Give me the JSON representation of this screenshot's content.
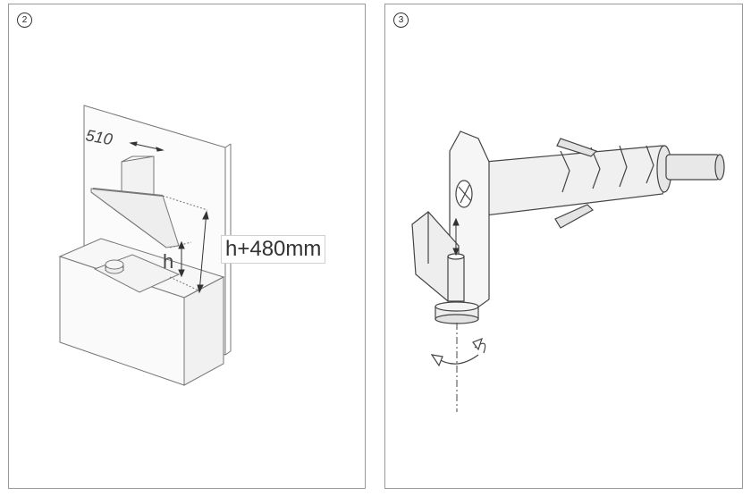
{
  "panels": [
    {
      "step": "2",
      "labels": {
        "width": "510",
        "h": "h",
        "height": "h+480mm"
      }
    },
    {
      "step": "3"
    }
  ]
}
